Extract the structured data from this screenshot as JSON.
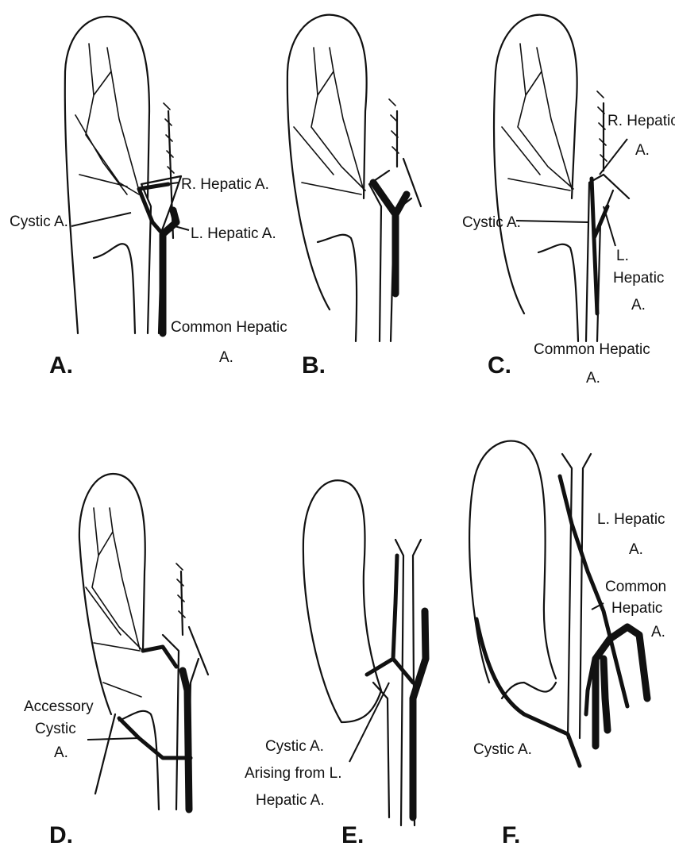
{
  "panels": {
    "a": {
      "letter": "A.",
      "labels": [
        "R. Hepatic A.",
        "Cystic A.",
        "L. Hepatic A.",
        "Common Hepatic",
        "A."
      ]
    },
    "b": {
      "letter": "B."
    },
    "c": {
      "letter": "C.",
      "labels": [
        "R. Hepatic",
        "A.",
        "Cystic A.",
        "L.",
        "Hepatic",
        "A.",
        "Common Hepatic",
        "A."
      ]
    },
    "d": {
      "letter": "D.",
      "labels": [
        "Accessory",
        "Cystic",
        "A."
      ]
    },
    "e": {
      "letter": "E.",
      "labels": [
        "Cystic A.",
        "Arising from L.",
        "Hepatic A."
      ]
    },
    "f": {
      "letter": "F.",
      "labels": [
        "L. Hepatic",
        "A.",
        "Common",
        "Hepatic",
        "A.",
        "Cystic A."
      ]
    }
  }
}
